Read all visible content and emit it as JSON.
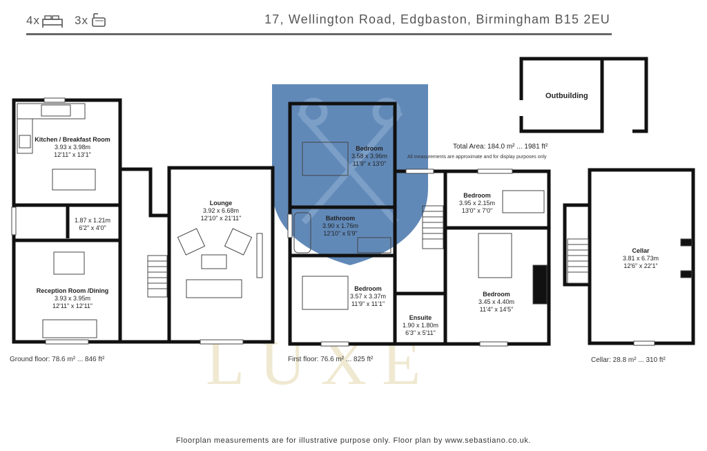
{
  "header": {
    "bedroom_count": "4x",
    "bathroom_count": "3x",
    "address": "17, Wellington Road, Edgbaston, Birmingham B15 2EU"
  },
  "ground_floor": {
    "kitchen": {
      "name": "Kitchen / Breakfast Room",
      "metric": "3.93 x 3.98m",
      "imperial": "12'11\" x 13'1\""
    },
    "utility": {
      "metric": "1.87 x 1.21m",
      "imperial": "6'2\" x 4'0\""
    },
    "reception": {
      "name": "Reception Room /Dining",
      "metric": "3.93 x 3.95m",
      "imperial": "12'11\" x 12'11\""
    },
    "lounge": {
      "name": "Lounge",
      "metric": "3.92 x 6.68m",
      "imperial": "12'10\" x 21'11\""
    },
    "area": "Ground floor: 78.6 m² ... 846 ft²"
  },
  "first_floor": {
    "bedroom1": {
      "name": "Bedroom",
      "metric": "3.58 x 3.96m",
      "imperial": "11'9\" x 13'0\""
    },
    "bathroom": {
      "name": "Bathroom",
      "metric": "3.90 x 1.76m",
      "imperial": "12'10\" x 5'9\""
    },
    "bedroom2": {
      "name": "Bedroom",
      "metric": "3.57 x 3.37m",
      "imperial": "11'9\" x 11'1\""
    },
    "ensuite": {
      "name": "Ensuite",
      "metric": "1.90 x 1.80m",
      "imperial": "6'3\" x 5'11\""
    },
    "bedroom3": {
      "name": "Bedroom",
      "metric": "3.95 x 2.15m",
      "imperial": "13'0\" x 7'0\""
    },
    "bedroom4": {
      "name": "Bedroom",
      "metric": "3.45 x 4.40m",
      "imperial": "11'4\" x 14'5\""
    },
    "area": "First floor: 76.6 m² ... 825 ft²"
  },
  "cellar": {
    "room": {
      "name": "Cellar",
      "metric": "3.81 x 6.73m",
      "imperial": "12'6\" x 22'1\""
    },
    "area": "Cellar: 28.8 m² ... 310 ft²"
  },
  "outbuilding": {
    "name": "Outbuilding"
  },
  "total_area": "Total Area: 184.0 m² ... 1981 ft²",
  "disclaimer": "All measurements are approximate and for display purposes only",
  "footer": "Floorplan measurements are for illustrative purpose only. Floor plan by www.sebastiano.co.uk.",
  "watermark": {
    "text": "LUXE",
    "shield_color": "#3e6fa8",
    "gold_color": "#d9c99a"
  },
  "colors": {
    "wall": "#111111",
    "accent_line": "#666666"
  }
}
